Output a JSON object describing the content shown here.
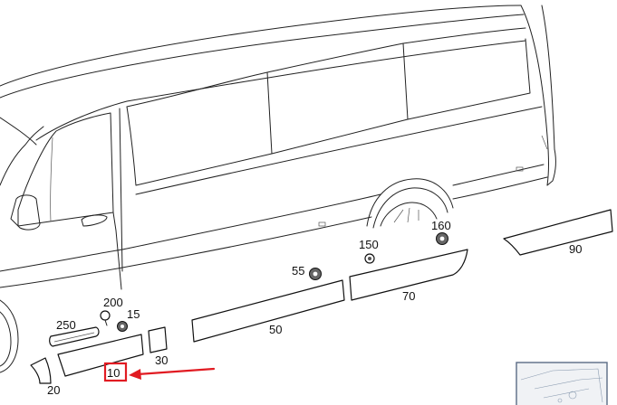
{
  "diagram": {
    "callouts": [
      {
        "id": "200",
        "text": "200"
      },
      {
        "id": "15",
        "text": "15"
      },
      {
        "id": "250",
        "text": "250"
      },
      {
        "id": "30",
        "text": "30"
      },
      {
        "id": "10",
        "text": "10"
      },
      {
        "id": "20",
        "text": "20"
      },
      {
        "id": "50",
        "text": "50"
      },
      {
        "id": "55",
        "text": "55"
      },
      {
        "id": "150",
        "text": "150"
      },
      {
        "id": "160",
        "text": "160"
      },
      {
        "id": "70",
        "text": "70"
      },
      {
        "id": "90",
        "text": "90"
      }
    ],
    "highlighted_callout": "10",
    "highlight_color": "#e11b22",
    "line_color": "#222222",
    "thumbnail_frame_color": "#5a6b85",
    "thumbnail_fill_color": "#f0f2f5"
  }
}
